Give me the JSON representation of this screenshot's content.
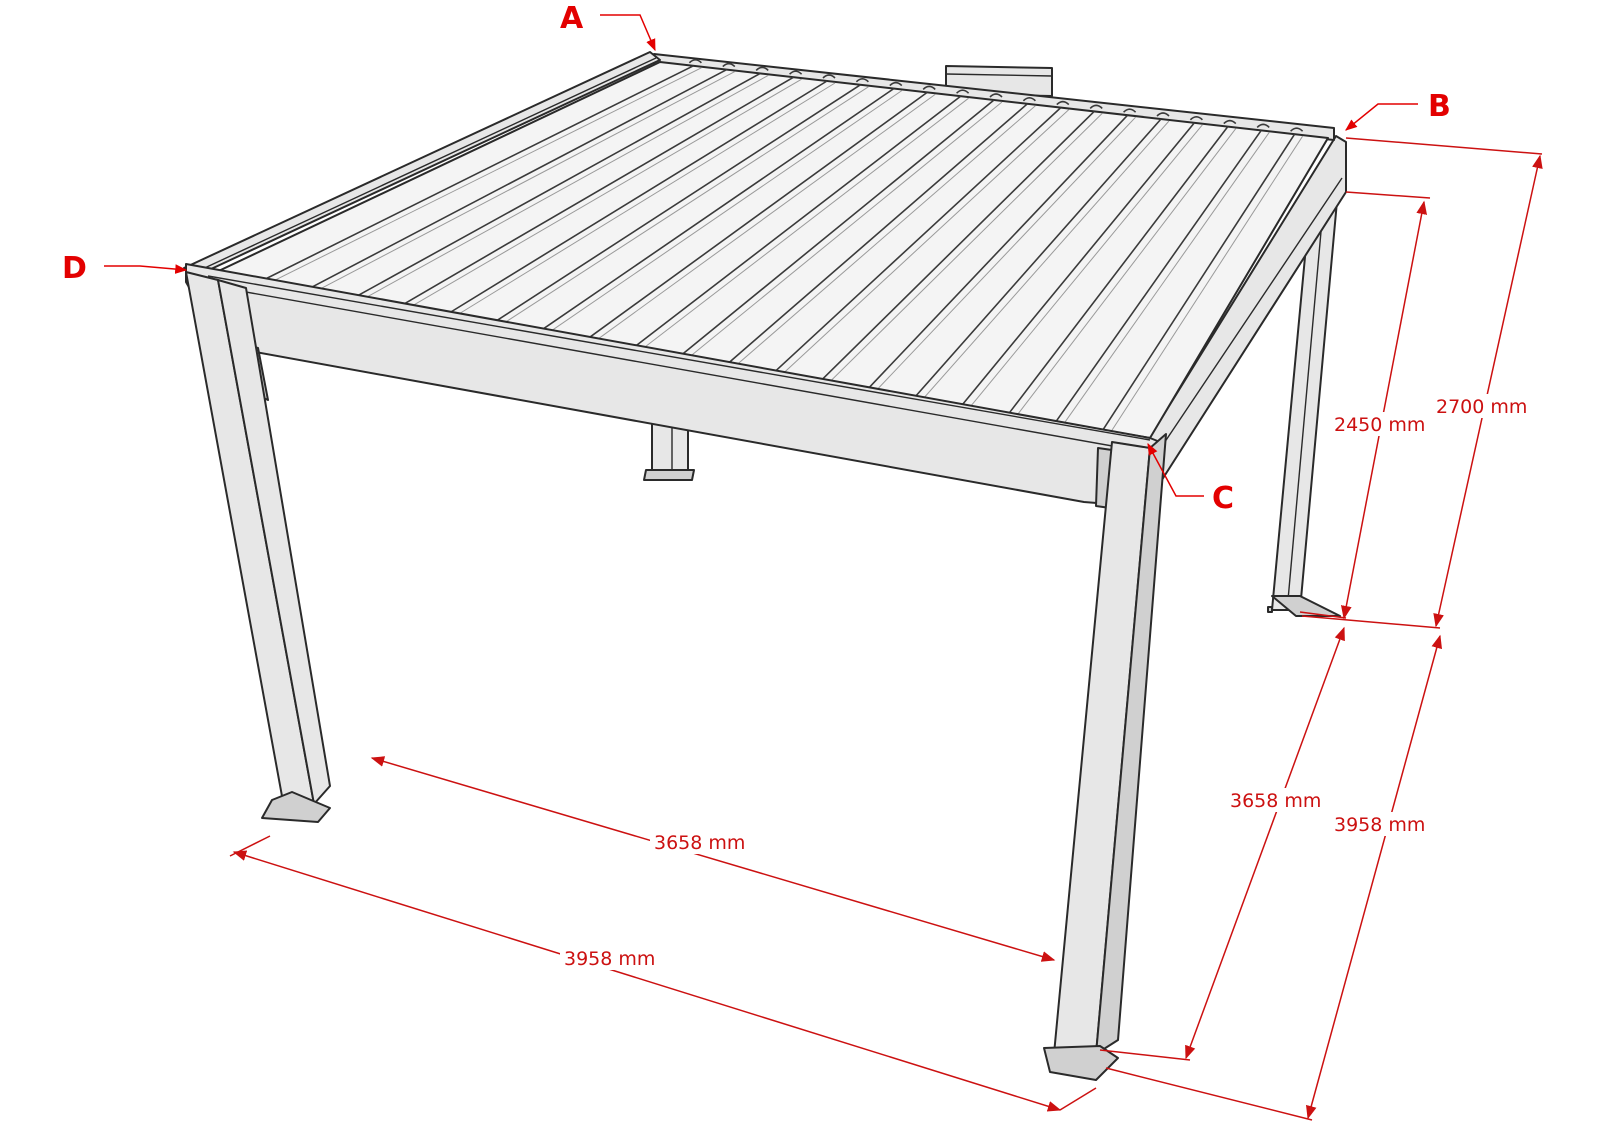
{
  "corner_labels": {
    "a": "A",
    "b": "B",
    "c": "C",
    "d": "D"
  },
  "dimensions": {
    "inner_height": "2450 mm",
    "total_height": "2700 mm",
    "front_inner_width": "3658 mm",
    "front_outer_width": "3958 mm",
    "side_inner_depth": "3658 mm",
    "side_outer_depth": "3958 mm"
  },
  "colors": {
    "annotation": "#e30000",
    "dimension_line": "#cc1111",
    "frame": "#e7e7e7",
    "outline": "#2a2a2a"
  }
}
